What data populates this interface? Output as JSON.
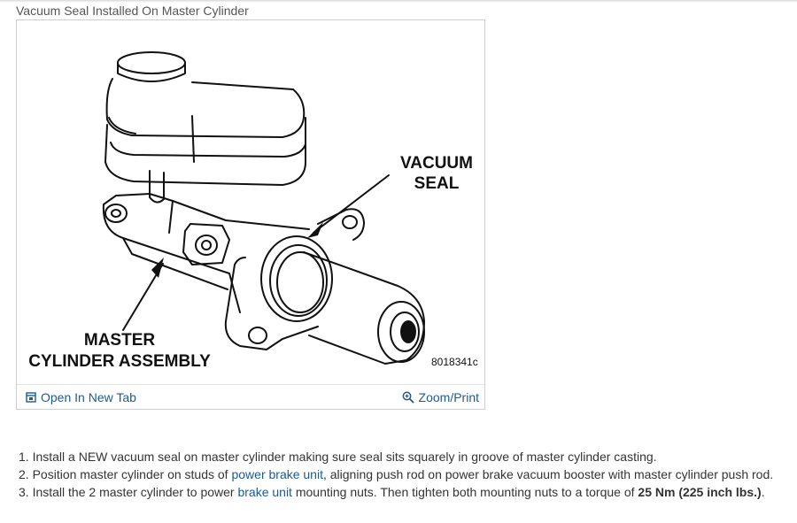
{
  "caption": "Vacuum Seal Installed On Master Cylinder",
  "figure": {
    "labels": {
      "vacuum_line1": "VACUUM",
      "vacuum_line2": "SEAL",
      "master_line1": "MASTER",
      "master_line2": "CYLINDER ASSEMBLY",
      "part_number": "8018341c"
    },
    "toolbar": {
      "open_tab_label": "Open In New Tab",
      "zoom_label": "Zoom/Print"
    }
  },
  "steps": [
    {
      "number": "1.",
      "text": "Install a NEW vacuum seal on master cylinder making sure seal sits squarely in groove of master cylinder casting."
    },
    {
      "number": "2.",
      "text_before": "Position master cylinder on studs of",
      "link": "power brake unit",
      "text_after": ", aligning push rod on power brake vacuum booster with master cylinder push rod."
    },
    {
      "number": "3.",
      "text_before": "Install the 2 master cylinder to power",
      "link": "brake unit",
      "text_middle": "mounting nuts. Then tighten both mounting nuts to a torque of",
      "bold": "25 Nm (225 inch lbs.)",
      "text_end": "."
    }
  ],
  "colors": {
    "link": "#1a5a96",
    "text": "#333333",
    "border": "#cfcfcf"
  },
  "icons": {
    "open_tab": "open-new-tab-icon",
    "zoom": "magnifier-plus-icon"
  }
}
